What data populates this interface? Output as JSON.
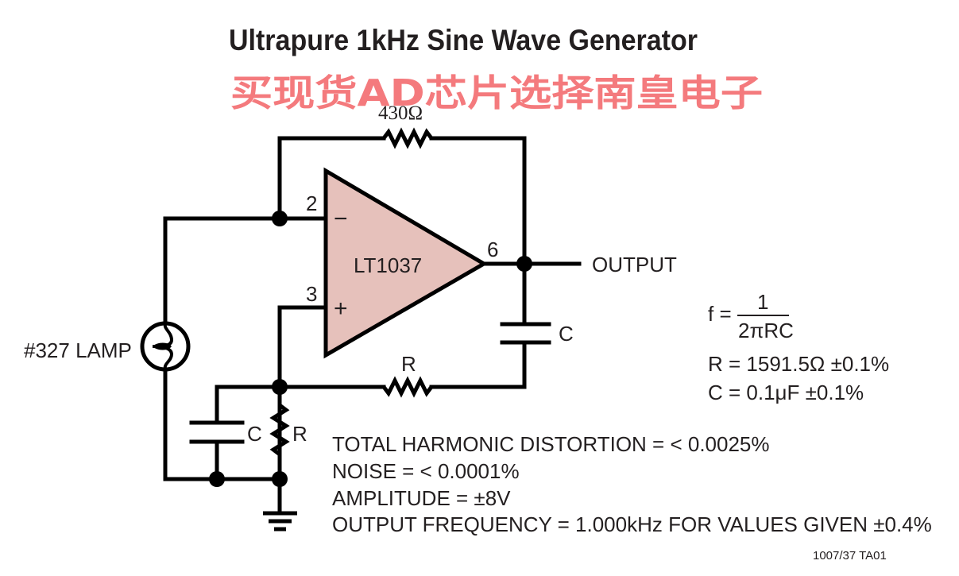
{
  "title": "Ultrapure 1kHz Sine Wave Generator",
  "watermark": "买现货AD芯片选择南皇电子",
  "colors": {
    "opamp_fill": "#e6c1bb",
    "watermark": "#f47a7d",
    "ink": "#231f20"
  },
  "components": {
    "feedback_resistor": {
      "label": "430Ω"
    },
    "opamp": {
      "part": "LT1037",
      "pin_inverting": "2",
      "pin_noninverting": "3",
      "pin_output": "6",
      "minus_sign": "−",
      "plus_sign": "+"
    },
    "output_label": "OUTPUT",
    "series_capacitor": {
      "label": "C"
    },
    "series_resistor": {
      "label": "R"
    },
    "shunt_capacitor": {
      "label": "C"
    },
    "shunt_resistor": {
      "label": "R"
    },
    "lamp": {
      "label": "#327 LAMP"
    }
  },
  "formula": {
    "lhs": "f =",
    "numerator": "1",
    "denominator": "2πRC",
    "r_value": "R = 1591.5Ω ±0.1%",
    "c_value": "C = 0.1μF ±0.1%"
  },
  "specs": [
    "TOTAL HARMONIC DISTORTION = < 0.0025%",
    "NOISE = < 0.0001%",
    "AMPLITUDE = ±8V",
    "OUTPUT FREQUENCY = 1.000kHz FOR VALUES GIVEN ±0.4%"
  ],
  "figure_id": "1007/37 TA01"
}
